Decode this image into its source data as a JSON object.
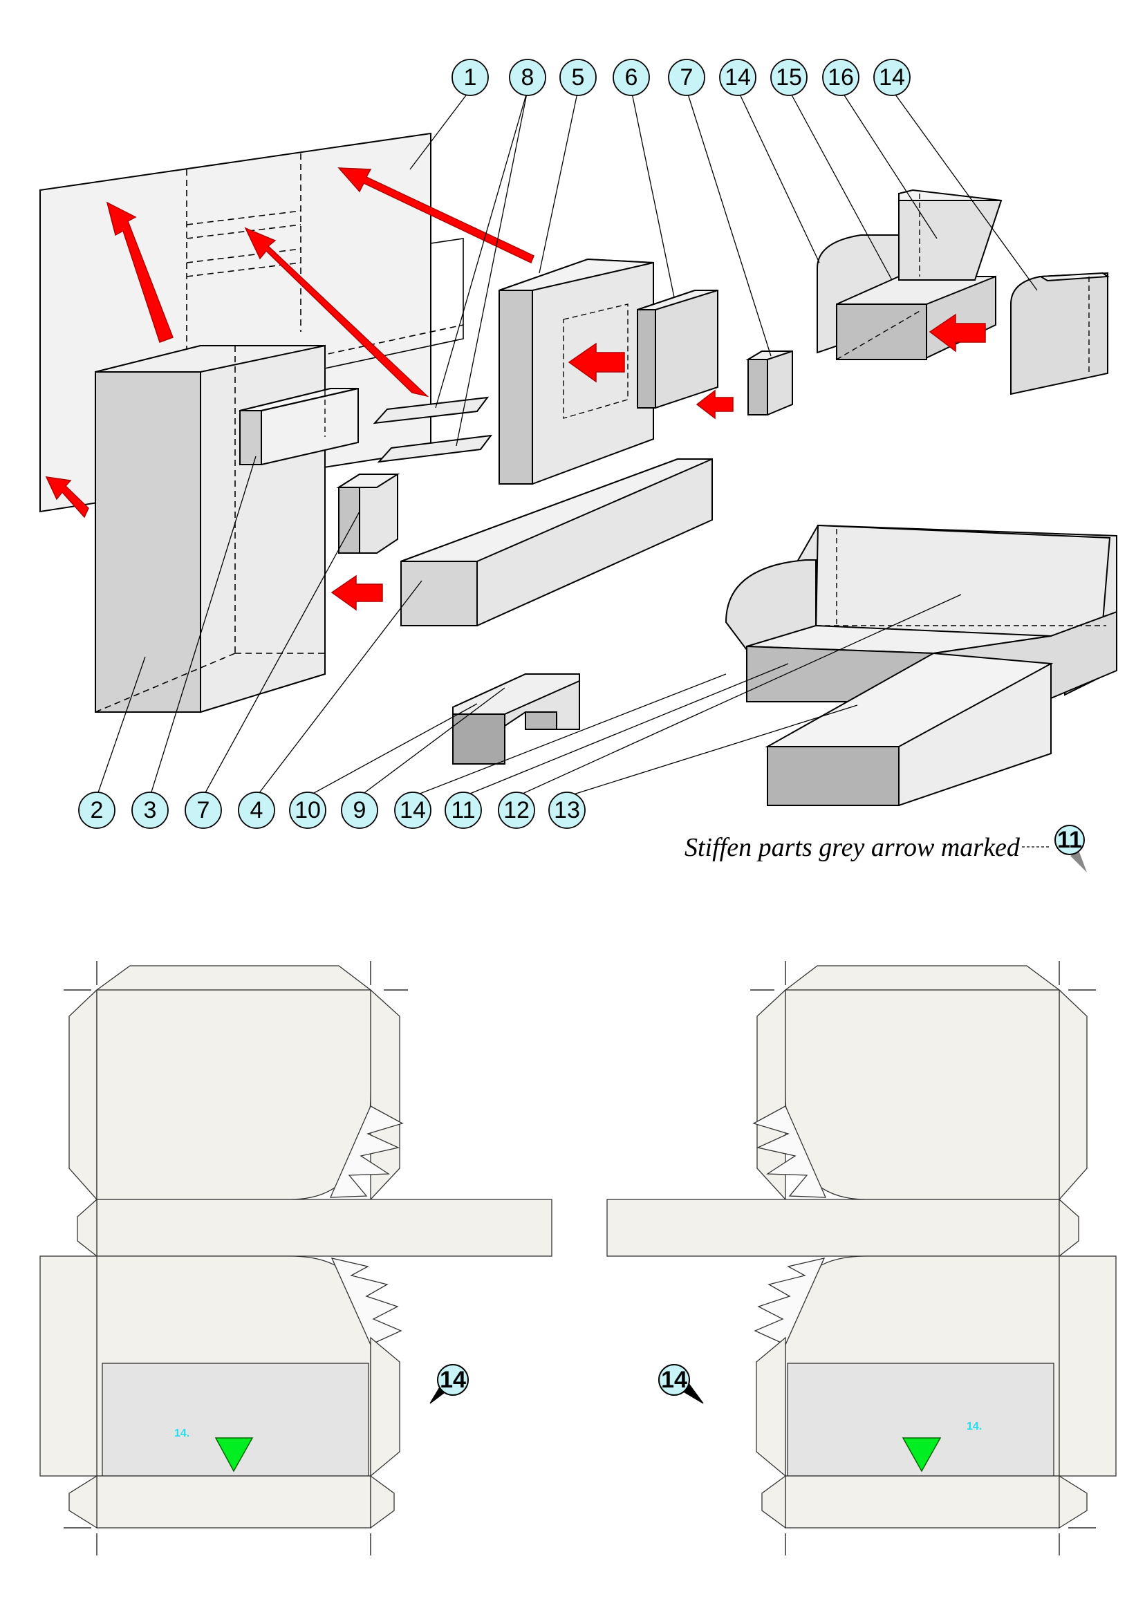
{
  "callouts_top": [
    "1",
    "8",
    "5",
    "6",
    "7",
    "14",
    "15",
    "16",
    "14"
  ],
  "callouts_bottom": [
    "2",
    "3",
    "7",
    "4",
    "10",
    "9",
    "14",
    "11",
    "12",
    "13"
  ],
  "caption": {
    "text": "Stiffen parts grey arrow marked",
    "marker": "11"
  },
  "pattern_left": {
    "marker": "14",
    "part_label": "14."
  },
  "pattern_right": {
    "marker": "14",
    "part_label": "14."
  },
  "colors": {
    "badge_fill": "#c8f4f8",
    "arrow_red": "#ff0000",
    "panel_light": "#efefef",
    "panel_mid": "#dcdcdc",
    "panel_dark": "#b4b4b4",
    "pattern_fill": "#f2f1ec",
    "pattern_inner": "#e4e4e4",
    "glue_marker": "#00ee22",
    "label_cyan": "#22ddee"
  }
}
